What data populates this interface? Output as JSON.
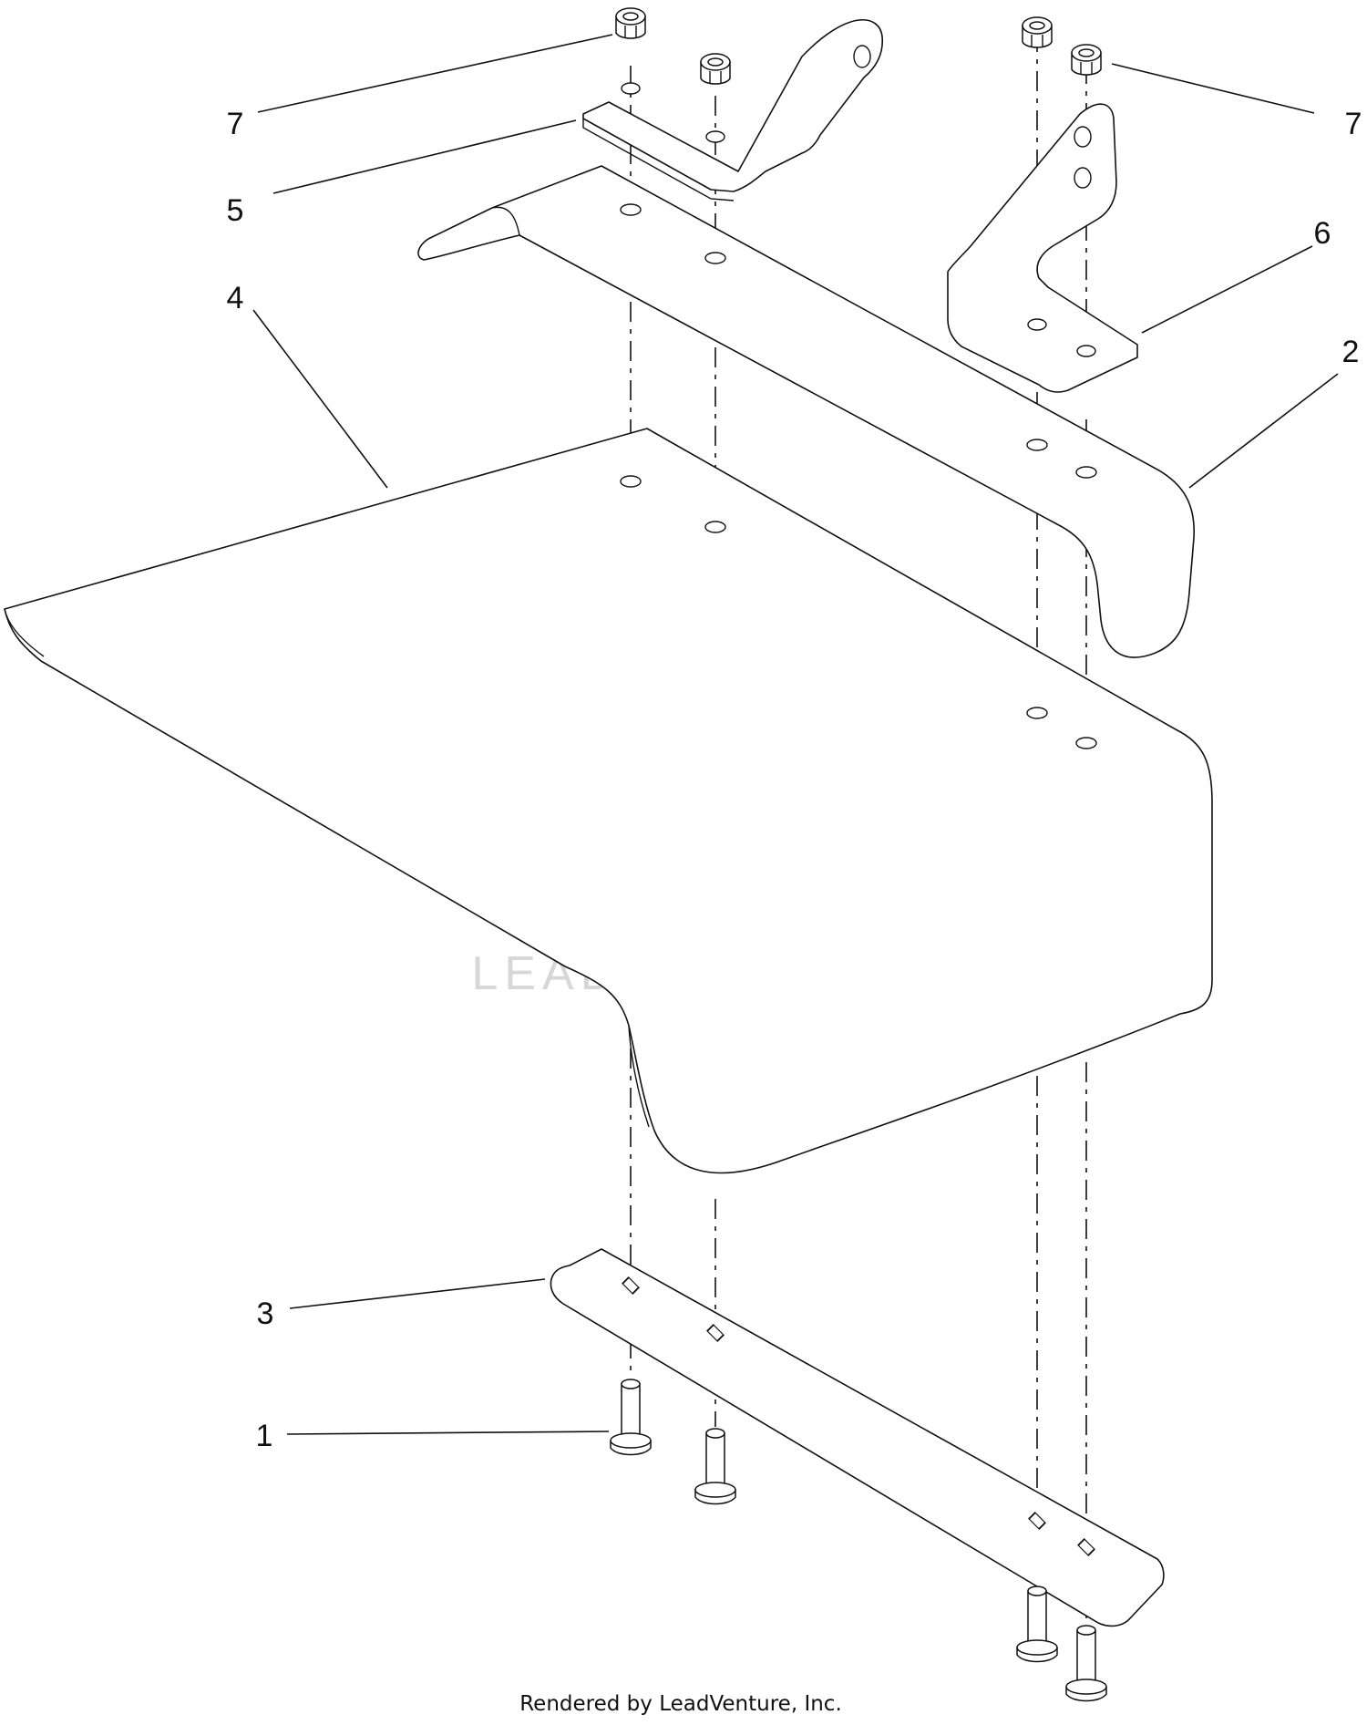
{
  "callouts": [
    {
      "id": "1",
      "label": "1"
    },
    {
      "id": "2",
      "label": "2"
    },
    {
      "id": "3",
      "label": "3"
    },
    {
      "id": "4",
      "label": "4"
    },
    {
      "id": "5",
      "label": "5"
    },
    {
      "id": "6",
      "label": "6"
    },
    {
      "id": "7a",
      "label": "7"
    },
    {
      "id": "7b",
      "label": "7"
    }
  ],
  "watermark": {
    "text": "LEADVENTURE"
  },
  "footer": {
    "text": "Rendered by LeadVenture, Inc."
  }
}
